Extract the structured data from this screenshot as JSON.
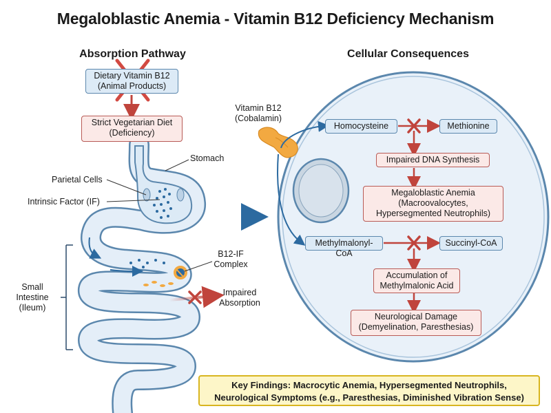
{
  "title": "Megaloblastic Anemia - Vitamin B12 Deficiency Mechanism",
  "absorption": {
    "heading": "Absorption Pathway",
    "dietary_line1": "Dietary Vitamin B12",
    "dietary_line2": "(Animal Products)",
    "diet_line1": "Strict Vegetarian Diet",
    "diet_line2": "(Deficiency)",
    "stomach": "Stomach",
    "parietal": "Parietal Cells",
    "intrinsic_factor": "Intrinsic Factor (IF)",
    "complex_line1": "B12-IF",
    "complex_line2": "Complex",
    "impaired_line1": "Impaired",
    "impaired_line2": "Absorption",
    "intestine_line1": "Small",
    "intestine_line2": "Intestine",
    "intestine_line3": "(Ileum)"
  },
  "cellular": {
    "heading": "Cellular Consequences",
    "b12_line1": "Vitamin B12",
    "b12_line2": "(Cobalamin)",
    "homocysteine": "Homocysteine",
    "methionine": "Methionine",
    "dna": "Impaired DNA Synthesis",
    "anemia_line1": "Megaloblastic Anemia",
    "anemia_line2": "(Macroovalocytes,",
    "anemia_line3": "Hypersegmented Neutrophils)",
    "methylmalonyl": "Methylmalonyl-CoA",
    "succinyl": "Succinyl-CoA",
    "mma_line1": "Accumulation of",
    "mma_line2": "Methylmalonic Acid",
    "neuro_line1": "Neurological Damage",
    "neuro_line2": "(Demyelination, Paresthesias)"
  },
  "key_findings": {
    "line1": "Key Findings: Macrocytic Anemia, Hypersegmented Neutrophils,",
    "line2": "Neurological Symptoms (e.g., Paresthesias, Diminished Vibration Sense)"
  },
  "colors": {
    "blue_border": "#5b87ad",
    "red_arrow": "#c0443c",
    "key_border": "#d8b520"
  }
}
